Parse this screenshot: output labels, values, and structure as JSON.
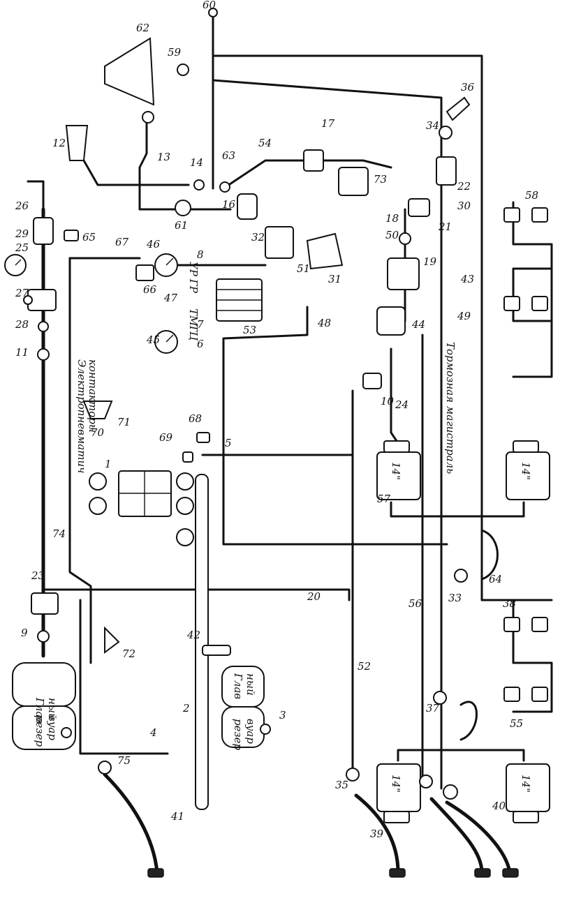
{
  "labels": {
    "line_caption": "Тормозная магистраль",
    "contactors_line1": "Электропневматич",
    "contactors_line2": "контакторы",
    "tank_a": "Глав",
    "tank_b": "ный",
    "tank_c": "резер",
    "tank_d": "вуар",
    "cyl": "14\"",
    "tc": "ТЦ",
    "ur": "УР",
    "gr": "ГР",
    "tm": "ТМ"
  },
  "callouts": [
    "1",
    "2",
    "3",
    "4",
    "5",
    "6",
    "7",
    "8",
    "9",
    "10",
    "11",
    "12",
    "13",
    "14",
    "16",
    "17",
    "18",
    "19",
    "20",
    "21",
    "22",
    "23",
    "24",
    "25",
    "26",
    "27",
    "28",
    "29",
    "30",
    "31",
    "32",
    "33",
    "34",
    "35",
    "36",
    "37",
    "38",
    "39",
    "40",
    "41",
    "42",
    "43",
    "44",
    "45",
    "46",
    "47",
    "48",
    "49",
    "50",
    "51",
    "52",
    "53",
    "54",
    "55",
    "56",
    "57",
    "58",
    "59",
    "60",
    "61",
    "62",
    "63",
    "64",
    "65",
    "66",
    "67",
    "68",
    "69",
    "70",
    "71",
    "72",
    "73",
    "74",
    "75"
  ]
}
